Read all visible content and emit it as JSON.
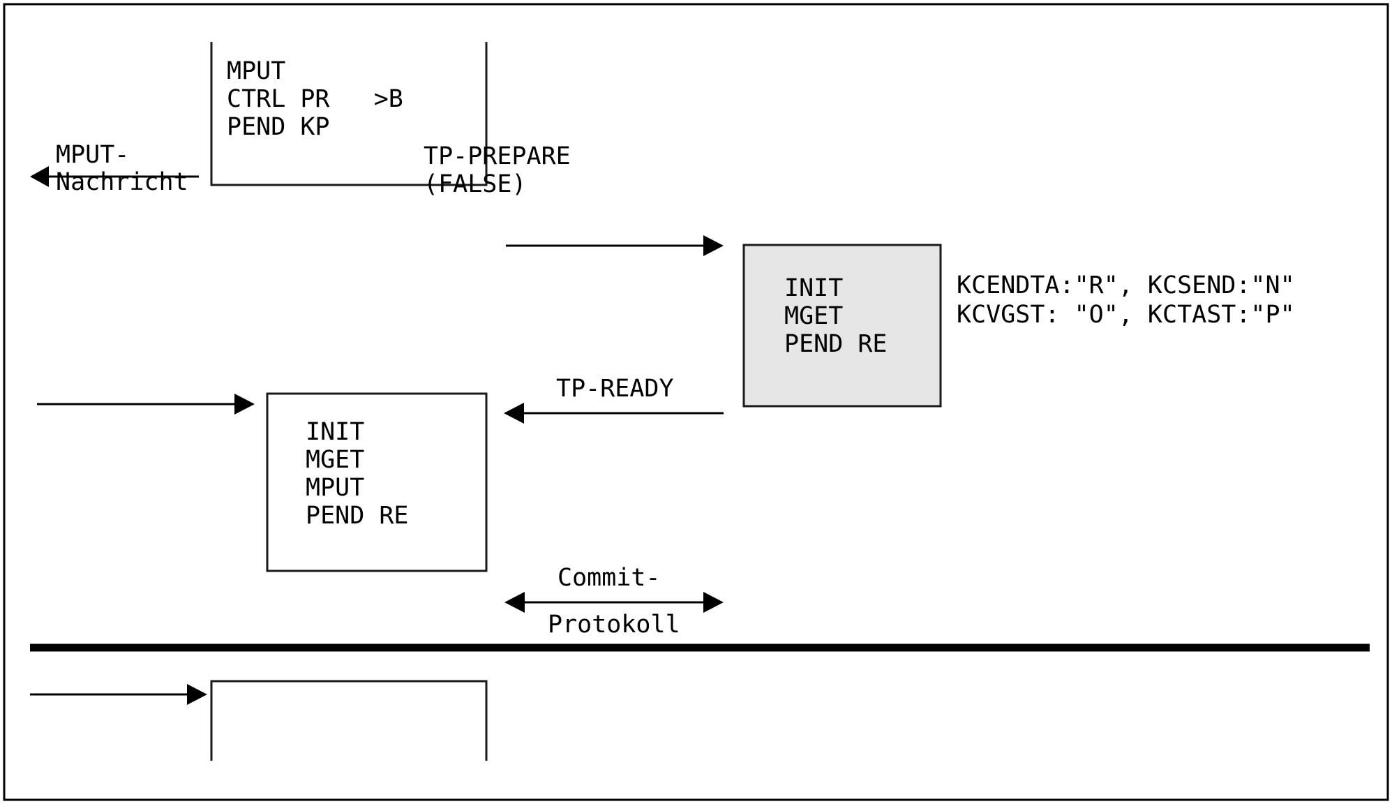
{
  "diagram": {
    "title": "UTM Commit / TP-Protokoll Ablaufdiagramm",
    "colors": {
      "stroke": "#000000",
      "background": "#ffffff",
      "highlight_fill": "#e6e6e6"
    },
    "boxes": {
      "top_box": {
        "name": "mput-ctrl-box",
        "lines": [
          "MPUT",
          "CTRL PR   >B",
          "PEND KP"
        ],
        "line1": "MPUT",
        "line2": "CTRL PR   >B",
        "line3": "PEND KP",
        "filled": false
      },
      "gray_box": {
        "name": "init-mget-pendre-box",
        "lines": [
          "INIT",
          "MGET",
          "PEND RE"
        ],
        "line1": "INIT",
        "line2": "MGET",
        "line3": "PEND RE",
        "filled": true
      },
      "middle_box": {
        "name": "init-mget-mput-pendre-box",
        "lines": [
          "INIT",
          "MGET",
          "MPUT",
          "PEND RE"
        ],
        "line1": "INIT",
        "line2": "MGET",
        "line3": "MPUT",
        "line4": "PEND RE",
        "filled": false
      },
      "bottom_box": {
        "name": "bottom-empty-box",
        "lines": [],
        "filled": false
      }
    },
    "labels": {
      "mput_message_line1": "MPUT-",
      "mput_message_line2": "Nachricht",
      "tp_prepare_line1": "TP-PREPARE",
      "tp_prepare_line2": "(FALSE)",
      "tp_ready": "TP-READY",
      "commit_line1": "Commit-",
      "commit_line2": "Protokoll",
      "kc_line1": "KCENDTA:\"R\", KCSEND:\"N\"",
      "kc_line2": "KCVGST: \"O\", KCTAST:\"P\""
    },
    "arrows": [
      {
        "name": "mput-message-arrow",
        "direction": "left"
      },
      {
        "name": "tp-prepare-arrow",
        "direction": "right"
      },
      {
        "name": "input-arrow-middle",
        "direction": "right"
      },
      {
        "name": "tp-ready-arrow",
        "direction": "left"
      },
      {
        "name": "commit-protokoll-arrow",
        "direction": "both"
      },
      {
        "name": "input-arrow-bottom",
        "direction": "right"
      }
    ]
  }
}
